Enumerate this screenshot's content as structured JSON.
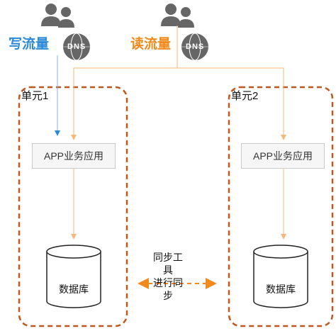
{
  "labels": {
    "write_traffic": "写流量",
    "read_traffic": "读流量",
    "dns_text": "DNS"
  },
  "units": [
    {
      "label": "单元1",
      "app": "APP业务应用",
      "db": "数据库"
    },
    {
      "label": "单元2",
      "app": "APP业务应用",
      "db": "数据库"
    }
  ],
  "sync": {
    "line1": "同步工具",
    "line2": "进行同步"
  },
  "colors": {
    "write_accent": "#2b8ad8",
    "read_accent": "#f08a1c",
    "unit_border": "#c0571f",
    "sync_arrow": "#f08a1c",
    "icon_gray": "#666666",
    "write_line": "#7fb0e0",
    "read_line": "#f5b77a"
  },
  "icons": [
    "users-icon",
    "users-icon",
    "dns-globe-icon",
    "dns-globe-icon",
    "database-cylinder-icon"
  ]
}
